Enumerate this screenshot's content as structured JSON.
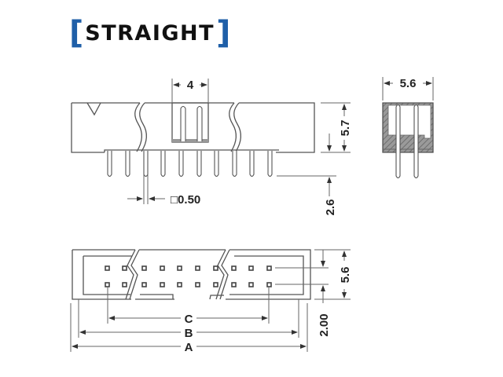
{
  "title": {
    "bracket_open": "[",
    "text": "STRAIGHT",
    "bracket_close": "]",
    "bracket_color": "#1f5fa8"
  },
  "front_view": {
    "pitch_label": "4",
    "pin_size_label": "□0.50",
    "pin_count_visible": 10
  },
  "side_view": {
    "height_label": "5.7",
    "tail_label": "2.6",
    "width_label": "5.6"
  },
  "top_view": {
    "row_spacing_label": "5.6",
    "pitch_label": "2.00",
    "dimension_c": "C",
    "dimension_b": "B",
    "dimension_a": "A",
    "pins_per_row_visible": 10,
    "rows": 2
  },
  "colors": {
    "line": "#555555",
    "text": "#222222",
    "hatch": "#888888"
  }
}
